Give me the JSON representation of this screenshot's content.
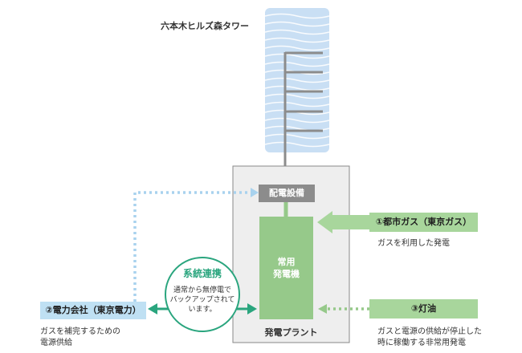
{
  "tower": {
    "title": "六本木ヒルズ森タワー"
  },
  "plant": {
    "label": "発電プラント",
    "distribution": "配電設備",
    "generator_lines": [
      "常用",
      "発電機"
    ]
  },
  "city_gas": {
    "label": "①都市ガス（東京ガス）",
    "description": "ガスを利用した発電"
  },
  "power_company": {
    "label": "②電力会社（東京電力）",
    "description_lines": [
      "ガスを補完するための",
      "電源供給"
    ]
  },
  "oil": {
    "label": "③灯油",
    "description_lines": [
      "ガスと電源の供給が停止した",
      "時に稼働する非常用発電"
    ]
  },
  "grid_link": {
    "title": "系統連携",
    "description_lines": [
      "通常から無停電で",
      "バックアップされて",
      "います。"
    ]
  },
  "colors": {
    "tower": "#c9dff4",
    "distribution": "#8c8c8c",
    "generator": "#96c98a",
    "plant_bg": "#eeeeee",
    "gas": "#a8d69c",
    "power": "#bfe0f3",
    "link": "#2aa57e"
  }
}
